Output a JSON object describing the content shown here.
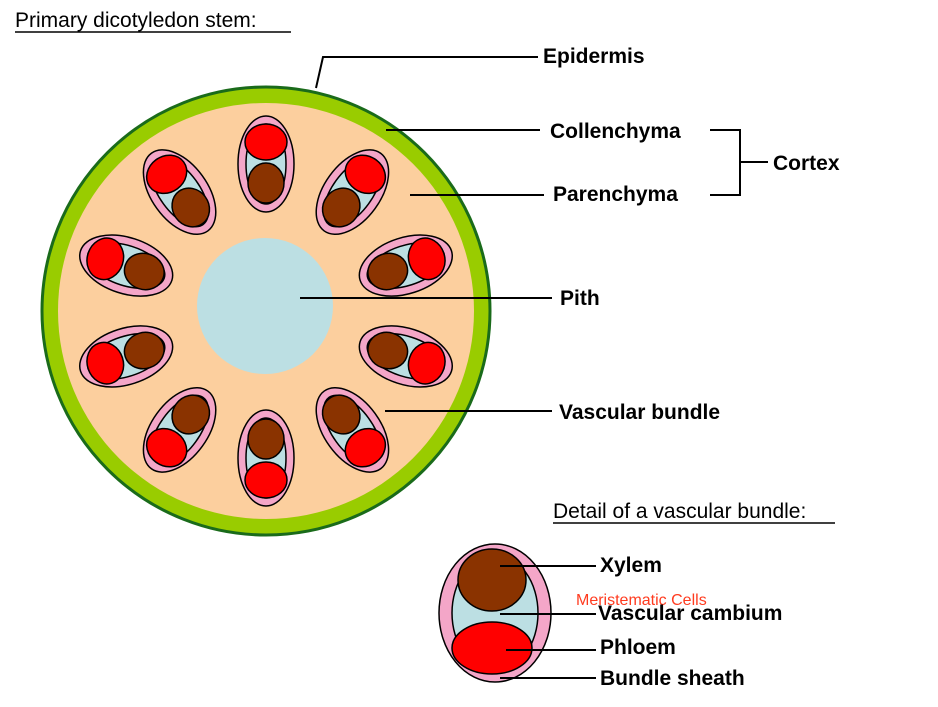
{
  "title": "Primary dicotyledon stem:",
  "detail_title": "Detail of a vascular bundle:",
  "labels": {
    "epidermis": "Epidermis",
    "collenchyma": "Collenchyma",
    "parenchyma": "Parenchyma",
    "cortex": "Cortex",
    "pith": "Pith",
    "vascular_bundle": "Vascular bundle"
  },
  "detail_labels": {
    "xylem": "Xylem",
    "meristematic_cells": "Meristematic Cells",
    "vascular_cambium": "Vascular cambium",
    "phloem": "Phloem",
    "bundle_sheath": "Bundle sheath"
  },
  "bundle_count": 10,
  "colors": {
    "epidermis": "#99cc00",
    "epidermis_outline": "#1a6b1a",
    "cortex": "#fccf9e",
    "pith": "#bcdfe3",
    "bundle_sheath": "#f4a6c8",
    "cambium": "#bcdfe3",
    "xylem": "#8a3300",
    "phloem": "#ff0000",
    "note": "#ff3b1f"
  }
}
